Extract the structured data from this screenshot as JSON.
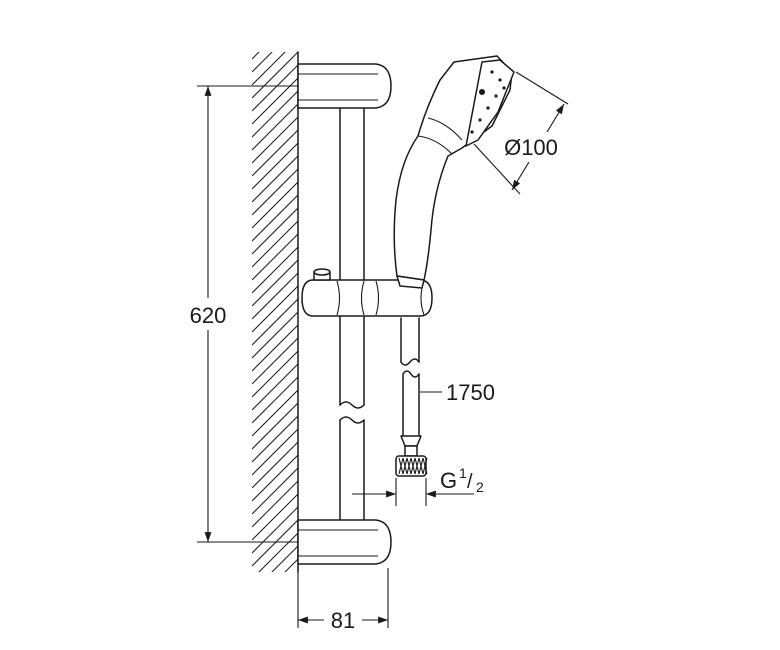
{
  "dimensions": {
    "height": "620",
    "depth": "81",
    "head_diameter": "Ø100",
    "hose_length": "1750",
    "connection_prefix": "G",
    "connection_num": "1",
    "connection_den": "2"
  },
  "colors": {
    "line": "#1a1a1a",
    "background": "#ffffff"
  }
}
